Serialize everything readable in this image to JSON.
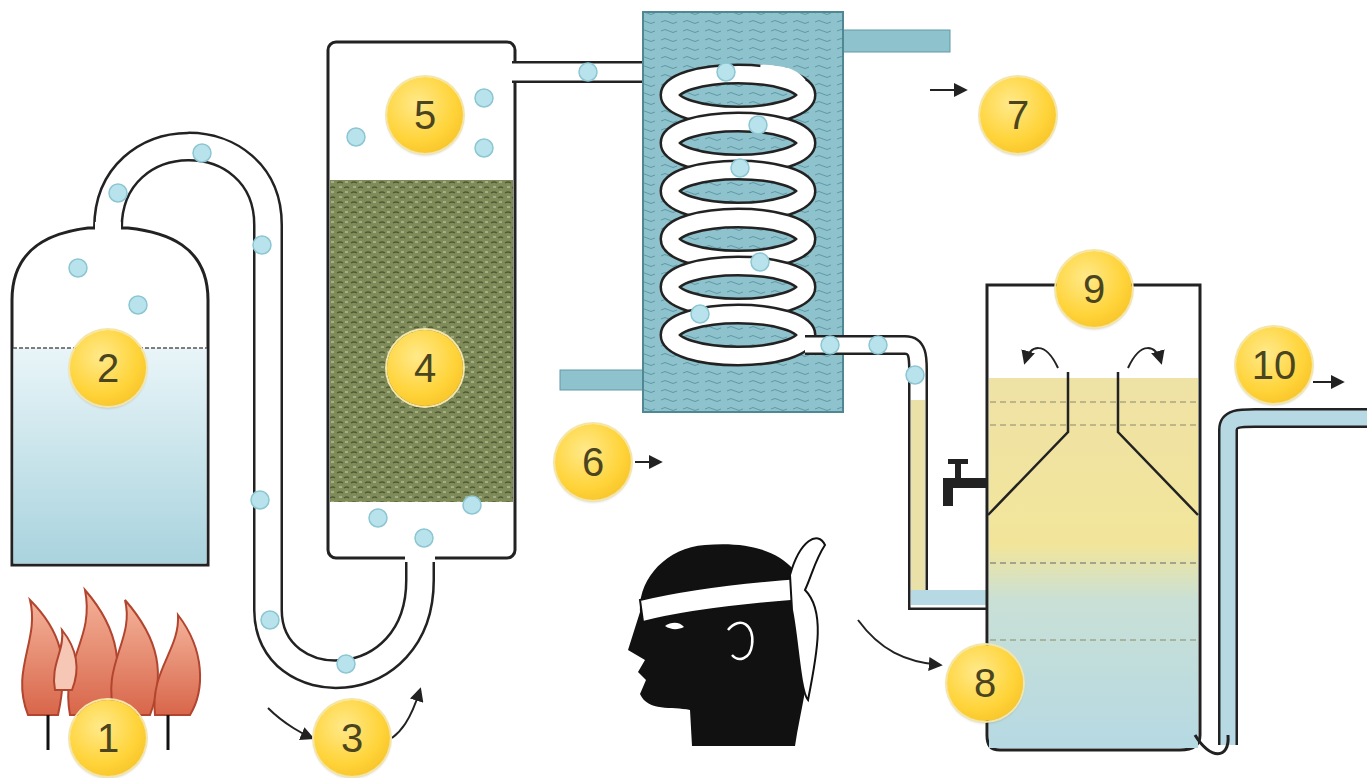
{
  "diagram": {
    "labels": [
      "5",
      "7",
      "2",
      "4",
      "9",
      "10",
      "6",
      "8",
      "1",
      "3"
    ]
  }
}
